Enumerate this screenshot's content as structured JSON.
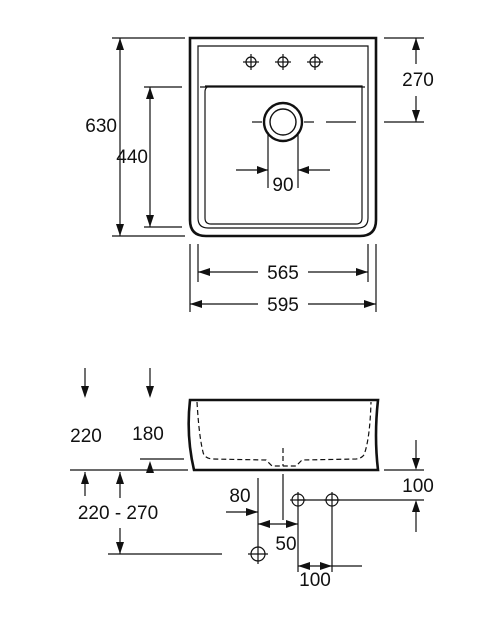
{
  "top_view": {
    "dim_total_height": "630",
    "dim_basin_depth": "440",
    "dim_tap_zone": "270",
    "dim_drain_width": "90",
    "dim_inner_width": "565",
    "dim_outer_width": "595"
  },
  "side_view": {
    "dim_height_total": "220",
    "dim_height_inner": "180",
    "dim_mount_range": "220 - 270",
    "dim_drain_offset": "80",
    "dim_drain_depth": "100",
    "dim_pipe_offset": "50",
    "dim_pipe_spacing": "100"
  }
}
